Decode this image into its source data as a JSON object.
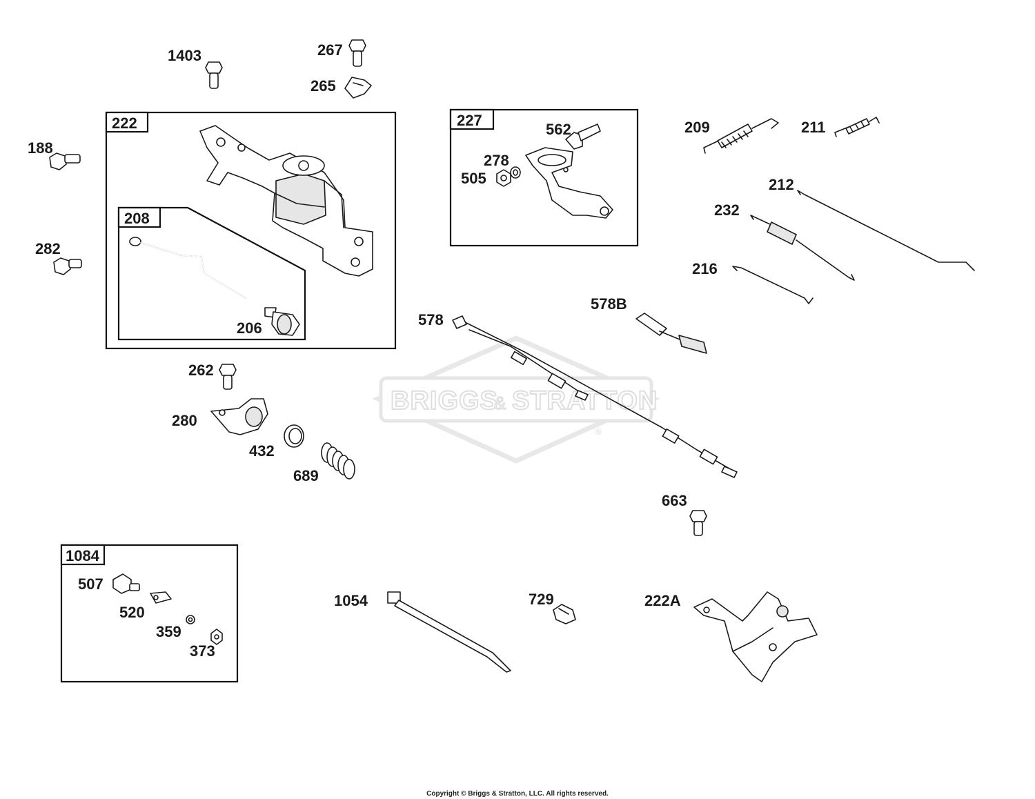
{
  "watermark": {
    "text_left": "BRIGGS",
    "text_amp": "&",
    "text_right": "STRATTON",
    "registered": "®"
  },
  "copyright": "Copyright © Briggs & Stratton, LLC. All rights reserved.",
  "group_boxes": {
    "g222": "222",
    "g208": "208",
    "g227": "227",
    "g1084": "1084"
  },
  "callouts": {
    "p1403": "1403",
    "p267": "267",
    "p265": "265",
    "p188": "188",
    "p282": "282",
    "p206": "206",
    "p562": "562",
    "p278": "278",
    "p505": "505",
    "p209": "209",
    "p211": "211",
    "p212": "212",
    "p232": "232",
    "p216": "216",
    "p578B": "578B",
    "p578": "578",
    "p262": "262",
    "p280": "280",
    "p432": "432",
    "p689": "689",
    "p663": "663",
    "p507": "507",
    "p520": "520",
    "p359": "359",
    "p373": "373",
    "p1054": "1054",
    "p729": "729",
    "p222A": "222A"
  }
}
